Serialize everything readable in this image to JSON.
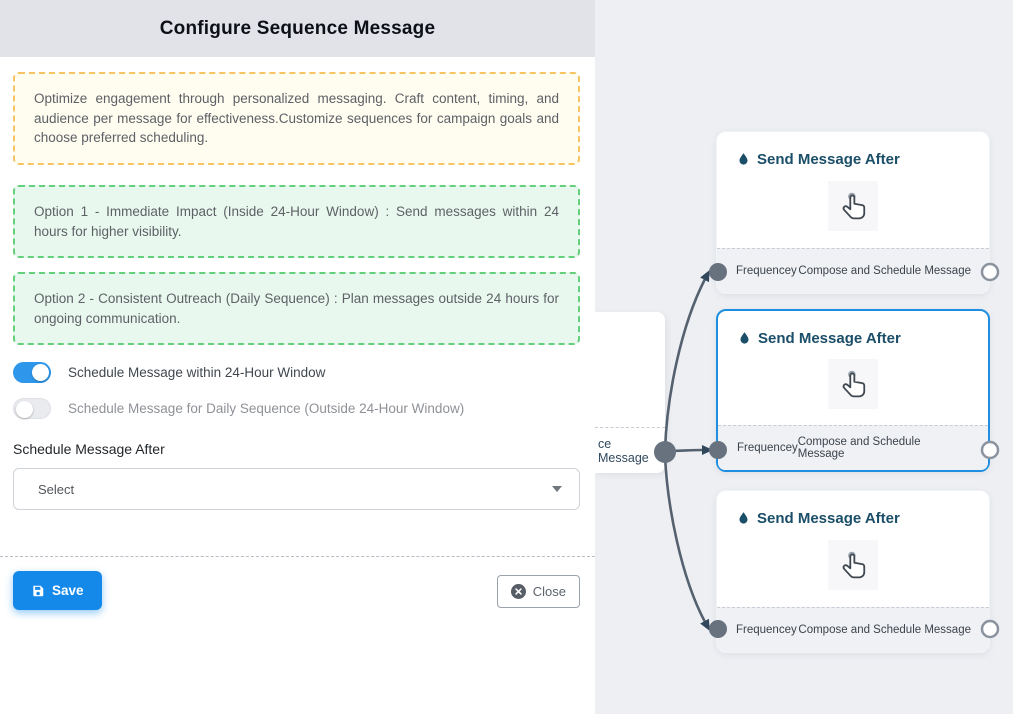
{
  "panel": {
    "title": "Configure Sequence Message",
    "intro": "Optimize engagement through personalized messaging. Craft content, timing, and audience per message for effectiveness.Customize sequences for campaign goals and choose preferred scheduling.",
    "option1": "Option 1 - Immediate Impact (Inside 24-Hour Window) : Send messages within 24 hours for higher visibility.",
    "option2": "Option 2 - Consistent Outreach (Daily Sequence) : Plan messages outside 24 hours for ongoing communication.",
    "toggle_24h": {
      "label": "Schedule Message within 24-Hour Window",
      "state": "on"
    },
    "toggle_daily": {
      "label": "Schedule Message for Daily Sequence (Outside 24-Hour Window)",
      "state": "off"
    },
    "schedule_after_label": "Schedule Message After",
    "select_value": "Select",
    "save_label": "Save",
    "close_label": "Close"
  },
  "flow": {
    "partial_node": {
      "visible_footer_text": "ce Message"
    },
    "nodes": [
      {
        "title": "Send Message After",
        "footer_left": "Frequencey",
        "footer_right": "Compose and Schedule Message",
        "selected": false
      },
      {
        "title": "Send Message After",
        "footer_left": "Frequencey",
        "footer_right": "Compose and Schedule Message",
        "selected": true
      },
      {
        "title": "Send Message After",
        "footer_left": "Frequencey",
        "footer_right": "Compose and Schedule Message",
        "selected": false
      }
    ]
  },
  "icons": {
    "save": "floppy-disk-icon",
    "close": "circle-x-icon",
    "select_caret": "chevron-down-icon",
    "node_title": "water-droplet-icon",
    "node_body": "tap-hand-icon"
  },
  "colors": {
    "accent_blue": "#1489ea",
    "toggle_on_blue": "#2e97ec",
    "selected_node_border": "#1e8fe0",
    "yellow_alert_border": "#f7c463",
    "green_alert_border": "#64d07c",
    "node_title_navy": "#1b4e68",
    "edge_gray": "#55616f",
    "header_bg": "#e2e3e8",
    "flow_bg": "#edeff3"
  }
}
